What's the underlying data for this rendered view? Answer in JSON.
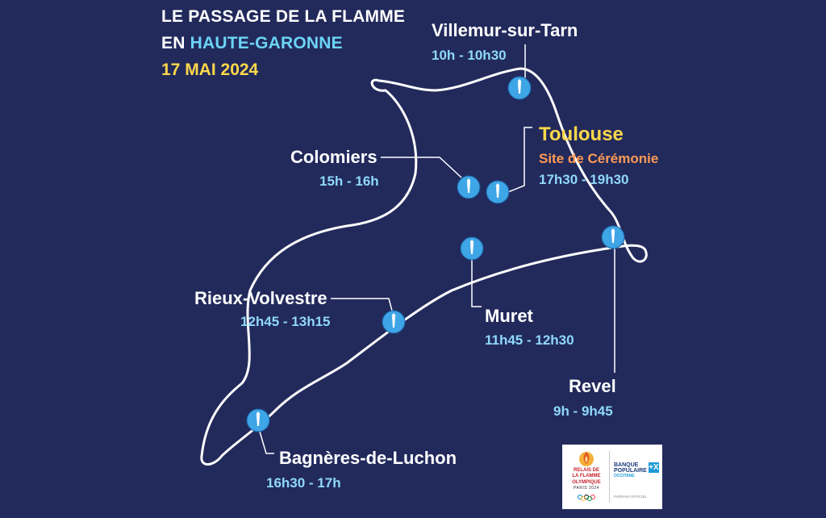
{
  "title": {
    "line1": "LE PASSAGE DE LA FLAMME",
    "line2_prefix": "EN ",
    "line2_highlight": "HAUTE-GARONNE",
    "date": "17 MAI 2024"
  },
  "stops": [
    {
      "id": "villemur",
      "city": "Villemur-sur-Tarn",
      "time": "10h - 10h30"
    },
    {
      "id": "toulouse",
      "city": "Toulouse",
      "subtitle": "Site de Cérémonie",
      "time": "17h30 - 19h30"
    },
    {
      "id": "colomiers",
      "city": "Colomiers",
      "time": "15h - 16h"
    },
    {
      "id": "rieux",
      "city": "Rieux-Volvestre",
      "time": "12h45 - 13h15"
    },
    {
      "id": "muret",
      "city": "Muret",
      "time": "11h45 - 12h30"
    },
    {
      "id": "revel",
      "city": "Revel",
      "time": "9h - 9h45"
    },
    {
      "id": "luchon",
      "city": "Bagnères-de-Luchon",
      "time": "16h30 - 17h"
    }
  ],
  "colors": {
    "background": "#222a5c",
    "route": "#ffffff",
    "marker": "#3ea5e6",
    "highlight_city": "#ffd84a",
    "subtitle": "#ff9a55",
    "time": "#8fd8f8",
    "title_highlight": "#6cd4f5"
  },
  "icons": {
    "marker": "torch-marker-icon",
    "relais_logo": "olympic-flame-logo-icon",
    "sponsor_logo": "banque-populaire-logo-icon"
  },
  "logos": {
    "relais_line1": "RELAIS DE",
    "relais_line2": "LA FLAMME",
    "relais_line3": "OLYMPIQUE",
    "paris": "PARIS 2024",
    "sponsor_line1": "BANQUE",
    "sponsor_line2": "POPULAIRE",
    "sponsor_sub": "OCCITANE",
    "sponsor_mark": "+X",
    "partner": "PARRAIN OFFICIEL"
  }
}
